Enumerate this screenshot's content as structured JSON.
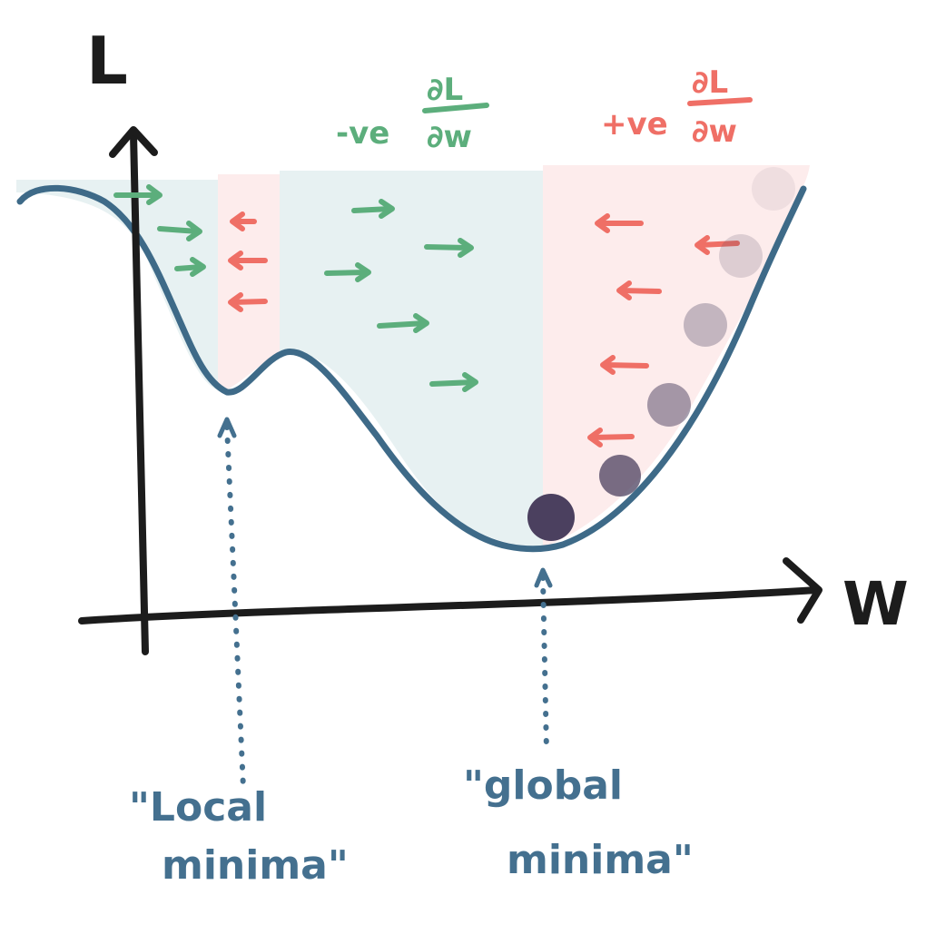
{
  "axes": {
    "y_label": "L",
    "x_label": "W"
  },
  "gradient_labels": {
    "negative": {
      "prefix": "-ve",
      "numerator": "∂L",
      "denominator": "∂w"
    },
    "positive": {
      "prefix": "+ve",
      "numerator": "∂L",
      "denominator": "∂w"
    }
  },
  "annotations": {
    "local": {
      "line1": "\"Local",
      "line2": "minima\""
    },
    "global": {
      "line1": "\"global",
      "line2": "minima\""
    }
  },
  "colors": {
    "curve": "#3e6a88",
    "axis": "#1c1c1c",
    "negative_gradient": "#5cae7c",
    "positive_gradient": "#ef6f66",
    "negative_region": "#e7f1f2",
    "positive_region": "#fdecec",
    "annotation": "#44708f",
    "ball": "#4b405f"
  },
  "balls": {
    "count": 6
  }
}
